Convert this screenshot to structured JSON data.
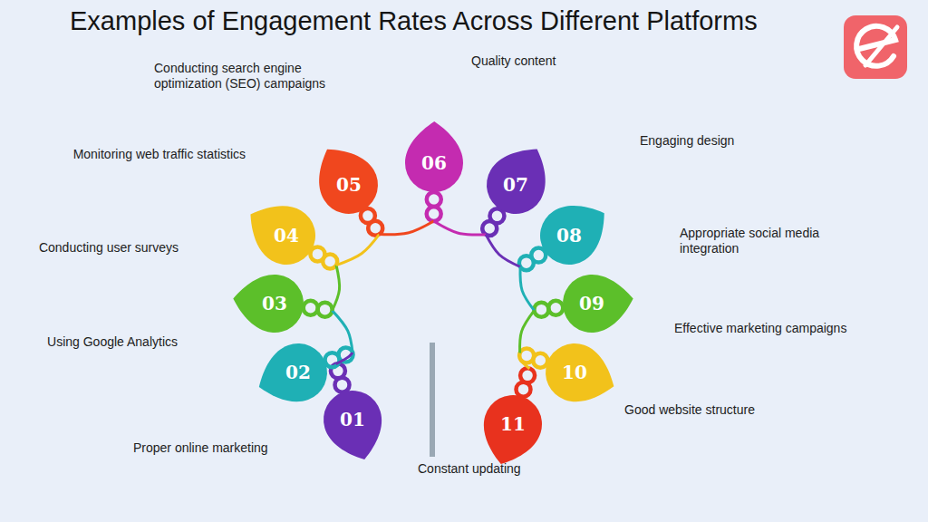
{
  "diagram": {
    "title": "Examples of Engagement Rates Across Different Platforms",
    "nodes": [
      {
        "text": [
          "01",
          "Proper online marketing"
        ]
      },
      {
        "text": [
          "02",
          "Using Google Analytics"
        ]
      },
      {
        "text": [
          "03",
          "Conducting user surveys"
        ]
      },
      {
        "text": [
          "04",
          "Monitoring web traffic statistics"
        ]
      },
      {
        "text": [
          "05",
          "Conducting search engine optimization (SEO) campaigns"
        ]
      },
      {
        "text": [
          "06",
          "Quality content"
        ]
      },
      {
        "text": [
          "07",
          "Engaging design"
        ]
      },
      {
        "text": [
          "08",
          "Appropriate social media integration"
        ]
      },
      {
        "text": [
          "09",
          "Effective marketing campaigns"
        ]
      },
      {
        "text": [
          "10",
          "Good website structure"
        ]
      },
      {
        "text": [
          "11",
          "Constant updating"
        ]
      }
    ]
  }
}
